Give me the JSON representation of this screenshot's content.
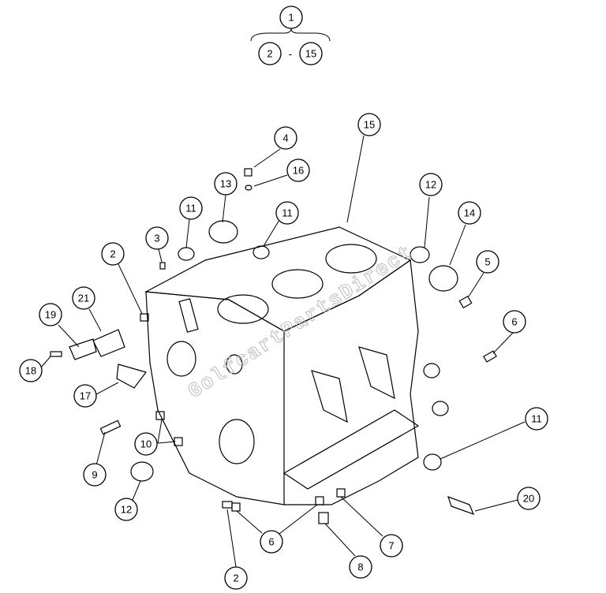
{
  "diagram": {
    "assembly_ref": {
      "parent": "1",
      "range_start": "2",
      "range_end": "15",
      "separator": "-"
    },
    "watermark": "GolfcartPartsDirect",
    "callouts": [
      {
        "id": "c15",
        "label": "15"
      },
      {
        "id": "c4",
        "label": "4"
      },
      {
        "id": "c16",
        "label": "16"
      },
      {
        "id": "c13",
        "label": "13"
      },
      {
        "id": "c12a",
        "label": "12"
      },
      {
        "id": "c14",
        "label": "14"
      },
      {
        "id": "c11a",
        "label": "11"
      },
      {
        "id": "c11b",
        "label": "11"
      },
      {
        "id": "c3",
        "label": "3"
      },
      {
        "id": "c2a",
        "label": "2"
      },
      {
        "id": "c5",
        "label": "5"
      },
      {
        "id": "c21",
        "label": "21"
      },
      {
        "id": "c19",
        "label": "19"
      },
      {
        "id": "c6a",
        "label": "6"
      },
      {
        "id": "c18",
        "label": "18"
      },
      {
        "id": "c17",
        "label": "17"
      },
      {
        "id": "c11c",
        "label": "11"
      },
      {
        "id": "c10",
        "label": "10"
      },
      {
        "id": "c9",
        "label": "9"
      },
      {
        "id": "c12b",
        "label": "12"
      },
      {
        "id": "c20",
        "label": "20"
      },
      {
        "id": "c6b",
        "label": "6"
      },
      {
        "id": "c7",
        "label": "7"
      },
      {
        "id": "c2b",
        "label": "2"
      },
      {
        "id": "c8",
        "label": "8"
      }
    ]
  }
}
